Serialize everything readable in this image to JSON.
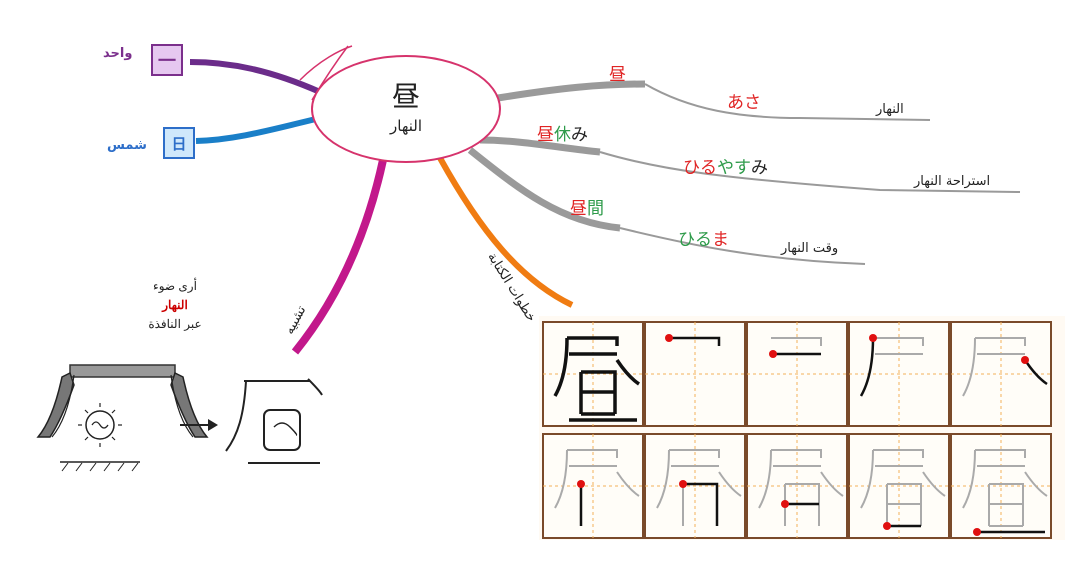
{
  "center": {
    "kanji": "昼",
    "meaning": "النهار"
  },
  "left_branches": [
    {
      "icon_text": "一",
      "label": "واحد",
      "color": "#7b2f8c",
      "bg": "#e6c8f0"
    },
    {
      "icon_text": "日",
      "label": "شمس",
      "color": "#2d6ec9",
      "bg": "#cfe8fb"
    }
  ],
  "right_branches": [
    {
      "word": "昼",
      "word_colors": [
        "#e02424"
      ],
      "reading": "あさ",
      "meaning": "النهار"
    },
    {
      "word": "昼休み",
      "word_colors": [
        "#e02424",
        "#2e9b4a",
        "#222222"
      ],
      "reading": "ひるやすみ",
      "reading_colors": [
        "#e02424",
        "#e02424",
        "#2e9b4a",
        "#2e9b4a",
        "#222222"
      ],
      "meaning": "استراحة النهار"
    },
    {
      "word": "昼間",
      "word_colors": [
        "#e02424",
        "#2e9b4a"
      ],
      "reading": "ひるま",
      "reading_colors": [
        "#2e9b4a",
        "#2e9b4a",
        "#e02424"
      ],
      "meaning": "وقت النهار"
    }
  ],
  "writing_steps_label": "خطوات الكتابة",
  "analogy_label": "تشبيه",
  "analogy_text": {
    "line1": "أرى ضوء",
    "line2": "النهار",
    "line3": "عبر النافذة"
  },
  "colors": {
    "pink": "#c2188b",
    "orange": "#f07c12",
    "gray": "#9a9a9a",
    "purple": "#6b2c8a",
    "blue": "#1a7fc8",
    "red": "#cc0000",
    "grid_border": "#7a4a2a",
    "guide": "#f3b15a"
  }
}
